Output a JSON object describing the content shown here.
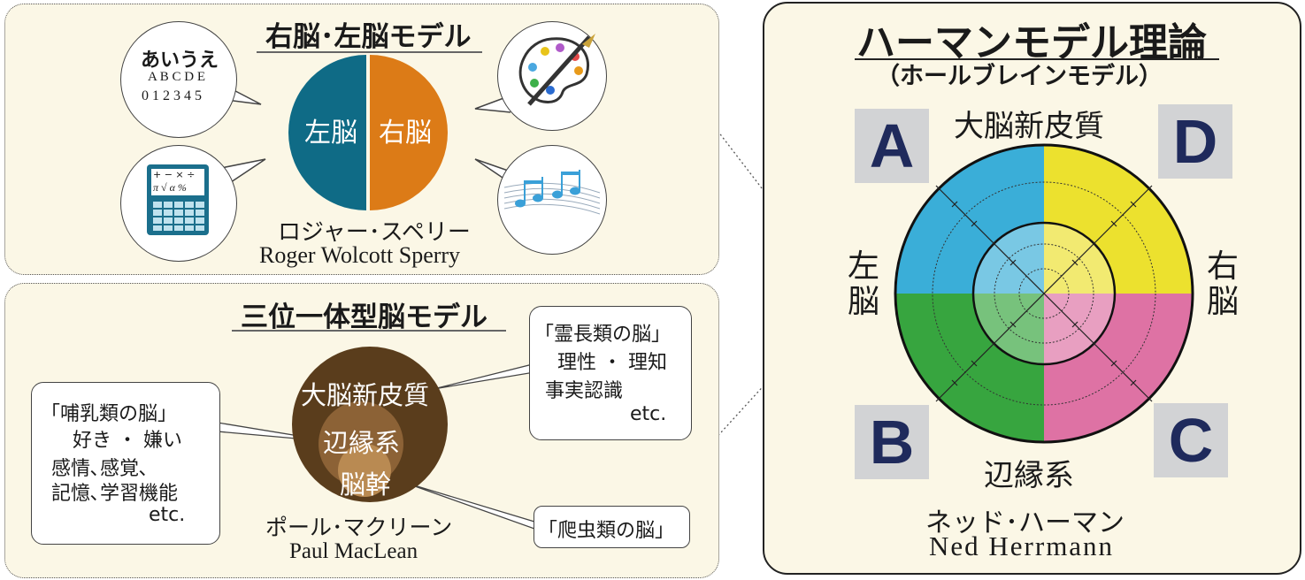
{
  "split_brain": {
    "title": "右脳･左脳モデル",
    "left_half": "左脳",
    "right_half": "右脳",
    "name_jp": "ロジャー･スペリー",
    "name_en": "Roger Wolcott Sperry",
    "letters_kana": "あいうえ",
    "letters_alpha": "A B C D E",
    "letters_num": "0 1 2 3 4 5",
    "calc_row1": "+ − × ÷",
    "calc_row2": "π √ α %"
  },
  "triune": {
    "title": "三位一体型脳モデル",
    "outer": "大脳新皮質",
    "middle": "辺縁系",
    "inner": "脳幹",
    "name_jp": "ポール･マクリーン",
    "name_en": "Paul MacLean",
    "primate": {
      "heading": "「霊長類の脳」",
      "line1": "理性 ・ 理知",
      "line2": "事実認識",
      "line3": "etc."
    },
    "mammal": {
      "heading": "「哺乳類の脳」",
      "line1": "好き ・ 嫌い",
      "line2": "感情､感覚､",
      "line3": "記憶､学習機能",
      "line4": "etc."
    },
    "reptile": "「爬虫類の脳」"
  },
  "herrmann": {
    "title": "ハーマンモデル理論",
    "subtitle": "（ホールブレインモデル）",
    "top_label": "大脳新皮質",
    "bottom_label": "辺縁系",
    "left_label": "左\n脳",
    "right_label": "右\n脳",
    "quadrant_a": "A",
    "quadrant_b": "B",
    "quadrant_c": "C",
    "quadrant_d": "D",
    "name_jp": "ネッド･ハーマン",
    "name_en": "Ned Herrmann",
    "colors": {
      "A": "#3aaed8",
      "D": "#ece12e",
      "B": "#37a53f",
      "C": "#de72a4"
    }
  },
  "colors": {
    "split_left": "#0f6b86",
    "split_right": "#dc7b17",
    "triune_outer": "#5a3d1c",
    "triune_middle": "#8c6236",
    "triune_inner": "#b98a52",
    "panel_bg": "#fbf7e6",
    "letter_box_bg": "#d2d3d5",
    "letter_color": "#1f2a5c"
  }
}
